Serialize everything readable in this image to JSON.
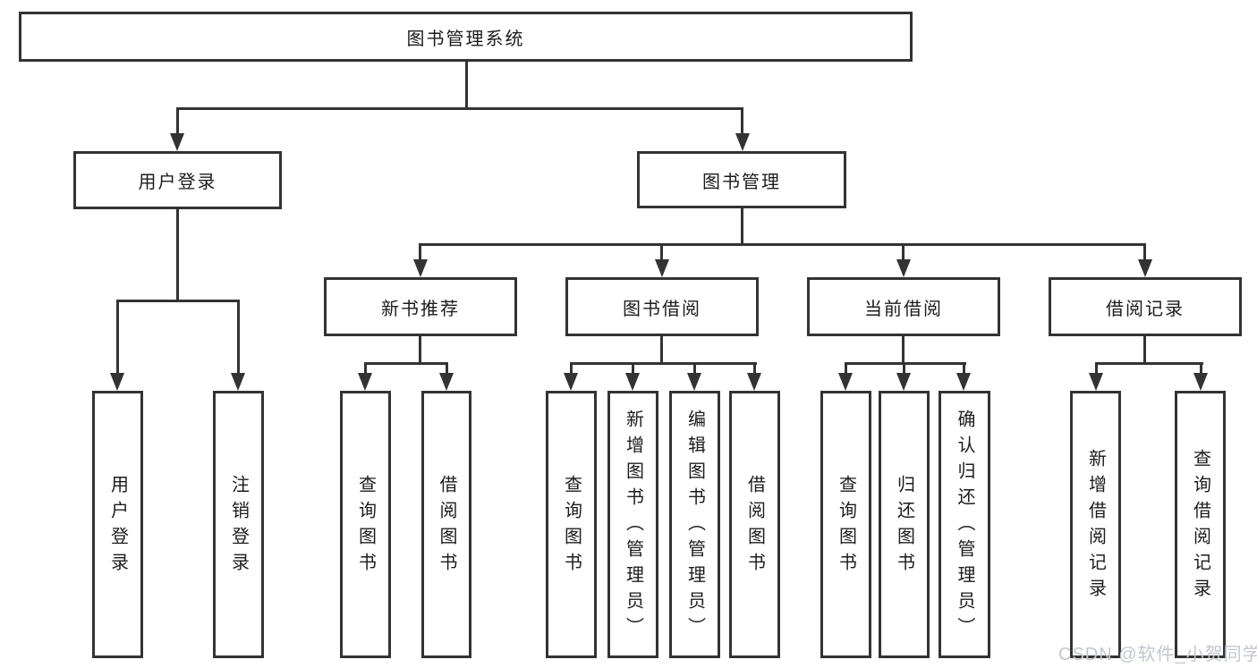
{
  "diagram": {
    "root": {
      "label": "图书管理系统"
    },
    "level2": [
      {
        "label": "用户登录"
      },
      {
        "label": "图书管理"
      }
    ],
    "level3": [
      {
        "label": "新书推荐"
      },
      {
        "label": "图书借阅"
      },
      {
        "label": "当前借阅"
      },
      {
        "label": "借阅记录"
      }
    ],
    "leaves": {
      "user_login": [
        {
          "label": "用户登录"
        },
        {
          "label": "注销登录"
        }
      ],
      "new_book_recommend": [
        {
          "label": "查询图书"
        },
        {
          "label": "借阅图书"
        }
      ],
      "book_borrowing": [
        {
          "label": "查询图书"
        },
        {
          "label": "新增图书（管理员）"
        },
        {
          "label": "编辑图书（管理员）"
        },
        {
          "label": "借阅图书"
        }
      ],
      "current_borrowing": [
        {
          "label": "查询图书"
        },
        {
          "label": "归还图书"
        },
        {
          "label": "确认归还（管理员）"
        }
      ],
      "borrowing_records": [
        {
          "label": "新增借阅记录"
        },
        {
          "label": "查询借阅记录"
        }
      ]
    }
  },
  "watermark": {
    "text": "CSDN @软件_小贺同学"
  },
  "colors": {
    "line": "#333333",
    "text": "#1c1c1c",
    "watermark": "#c3c7ce",
    "background": "#ffffff"
  }
}
